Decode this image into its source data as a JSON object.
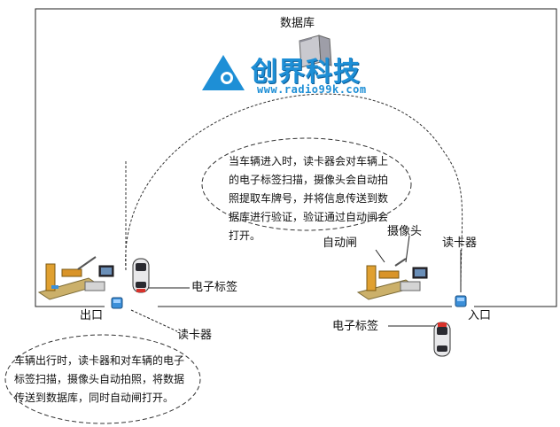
{
  "database_label": "数据库",
  "logo": {
    "name": "创界科技",
    "url": "www.radio99k.com"
  },
  "entry_note": "当车辆进入时，读卡器会对车辆上的电子标签扫描，摄像头会自动拍照提取车牌号，并将信息传送到数据库进行验证，验证通过自动闸会打开。",
  "exit_note": "车辆出行时，读卡器和对车辆的电子标签扫描，摄像头自动拍照，将数据传送到数据库，同时自动闸打开。",
  "labels": {
    "auto_gate": "自动闸",
    "camera": "摄像头",
    "card_reader_entry": "读卡器",
    "entry": "入口",
    "exit": "出口",
    "card_reader_exit": "读卡器",
    "etag_exit": "电子标签",
    "etag_entry": "电子标签"
  },
  "colors": {
    "logo_blue": "#1e8fd6",
    "reader_blue": "#3b8fd9",
    "tag_red": "#d9322b"
  }
}
